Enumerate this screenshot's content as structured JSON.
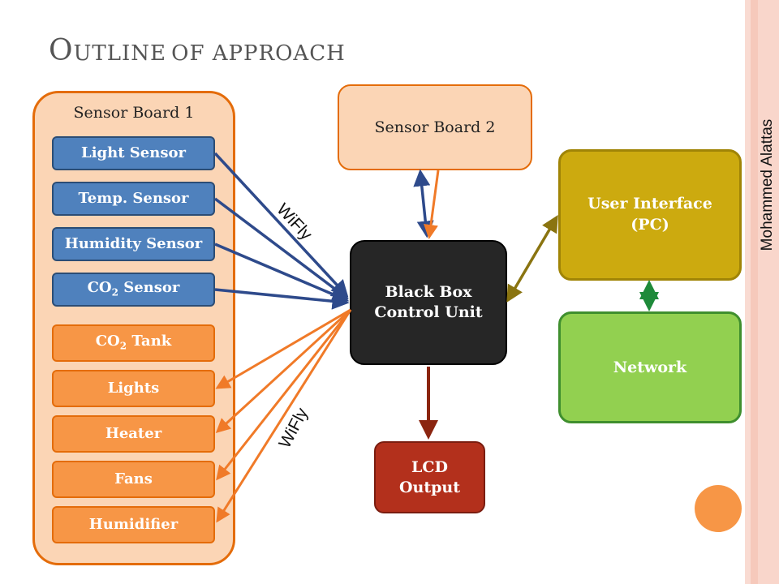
{
  "title": {
    "first_big": "O",
    "first_rest": "utline",
    "second_big": "",
    "second_rest": "of approach"
  },
  "author": "Mohammed Alattas",
  "sensor_board_1": {
    "label": "Sensor Board 1",
    "sensors": [
      {
        "label": "Light Sensor"
      },
      {
        "label": "Temp. Sensor"
      },
      {
        "label": "Humidity Sensor"
      },
      {
        "label_pre": "CO",
        "label_sub": "2",
        "label_post": " Sensor"
      }
    ],
    "actuators": [
      {
        "label_pre": "CO",
        "label_sub": "2",
        "label_post": " Tank"
      },
      {
        "label": "Lights"
      },
      {
        "label": "Heater"
      },
      {
        "label": "Fans"
      },
      {
        "label": "Humidifier"
      }
    ]
  },
  "sensor_board_2": {
    "label": "Sensor Board 2"
  },
  "black_box": {
    "line1": "Black Box",
    "line2": "Control Unit"
  },
  "lcd": {
    "line1": "LCD",
    "line2": "Output"
  },
  "user_interface": {
    "line1": "User Interface",
    "line2": "(PC)"
  },
  "network": {
    "label": "Network"
  },
  "wifly_labels": {
    "upper": "WiFly",
    "lower": "WiFly"
  },
  "colors": {
    "sensor_fill": "#4f81bd",
    "sensor_arrow": "#2e4a8b",
    "actuator_fill": "#f79646",
    "actuator_arrow": "#f07a28",
    "board_fill": "#fbd5b5",
    "ui_fill": "#ccaa0f",
    "ui_arrow": "#8a7410",
    "network_fill": "#92d050",
    "network_arrow": "#1e8a3a",
    "black_box_fill": "#262626",
    "lcd_fill": "#b3301c",
    "lcd_arrow": "#8b2510",
    "accent_stripe": "#f6c9bb"
  }
}
